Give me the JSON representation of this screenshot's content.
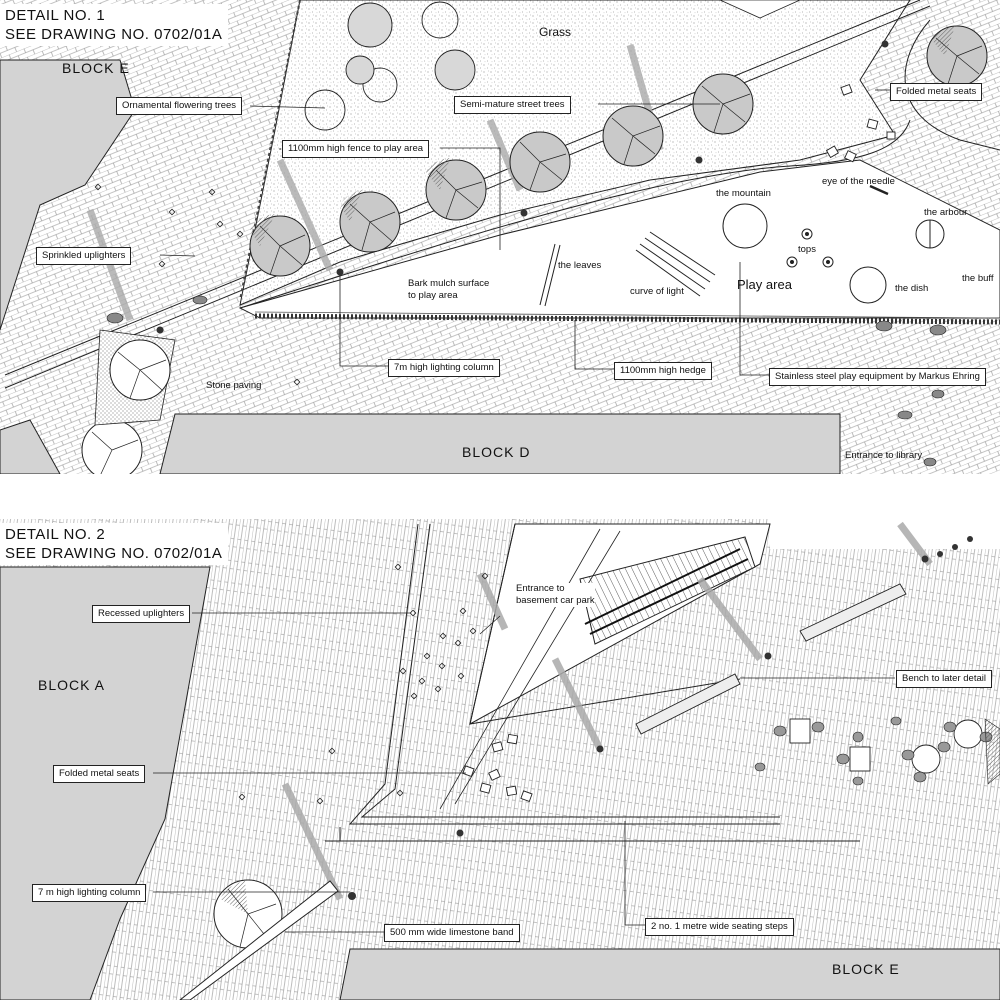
{
  "detail1": {
    "title": "DETAIL NO. 1",
    "subtitle": "SEE DRAWING NO. 0702/01A",
    "blocks": {
      "e": "BLOCK E",
      "d": "BLOCK D"
    },
    "area_labels": {
      "grass": "Grass",
      "stone_paving": "Stone paving",
      "bark_mulch": "Bark mulch surface\nto play area",
      "the_leaves": "the leaves",
      "curve_of_light": "curve of light",
      "the_mountain": "the mountain",
      "eye_of_the_needle": "eye of the needle",
      "the_arbour": "the arbour",
      "tops": "tops",
      "play_area": "Play area",
      "the_dish": "the dish",
      "the_buff": "the buff",
      "entrance_library": "Entrance to library"
    },
    "callouts": {
      "ornamental_trees": "Ornamental flowering trees",
      "semi_mature_trees": "Semi-mature street trees",
      "folded_seats": "Folded metal seats",
      "fence": "1100mm high fence to play area",
      "uplighters": "Sprinkled uplighters",
      "lighting_column": "7m high lighting column",
      "hedge": "1100mm high hedge",
      "play_equipment": "Stainless steel play equipment by Markus Ehring"
    }
  },
  "detail2": {
    "title": "DETAIL NO. 2",
    "subtitle": "SEE DRAWING NO. 0702/01A",
    "blocks": {
      "a": "BLOCK A",
      "e": "BLOCK E"
    },
    "area_labels": {
      "car_park": "Entrance to\nbasement car park"
    },
    "callouts": {
      "recessed_uplighters": "Recessed uplighters",
      "folded_seats": "Folded metal seats",
      "bench": "Bench to later detail",
      "lighting_column": "7 m high lighting column",
      "limestone_band": "500 mm wide limestone band",
      "seating_steps": "2 no. 1 metre wide seating steps"
    }
  },
  "colors": {
    "ink": "#222222",
    "building": "#d3d3d3",
    "tree_fill": "#c9c9c9"
  }
}
